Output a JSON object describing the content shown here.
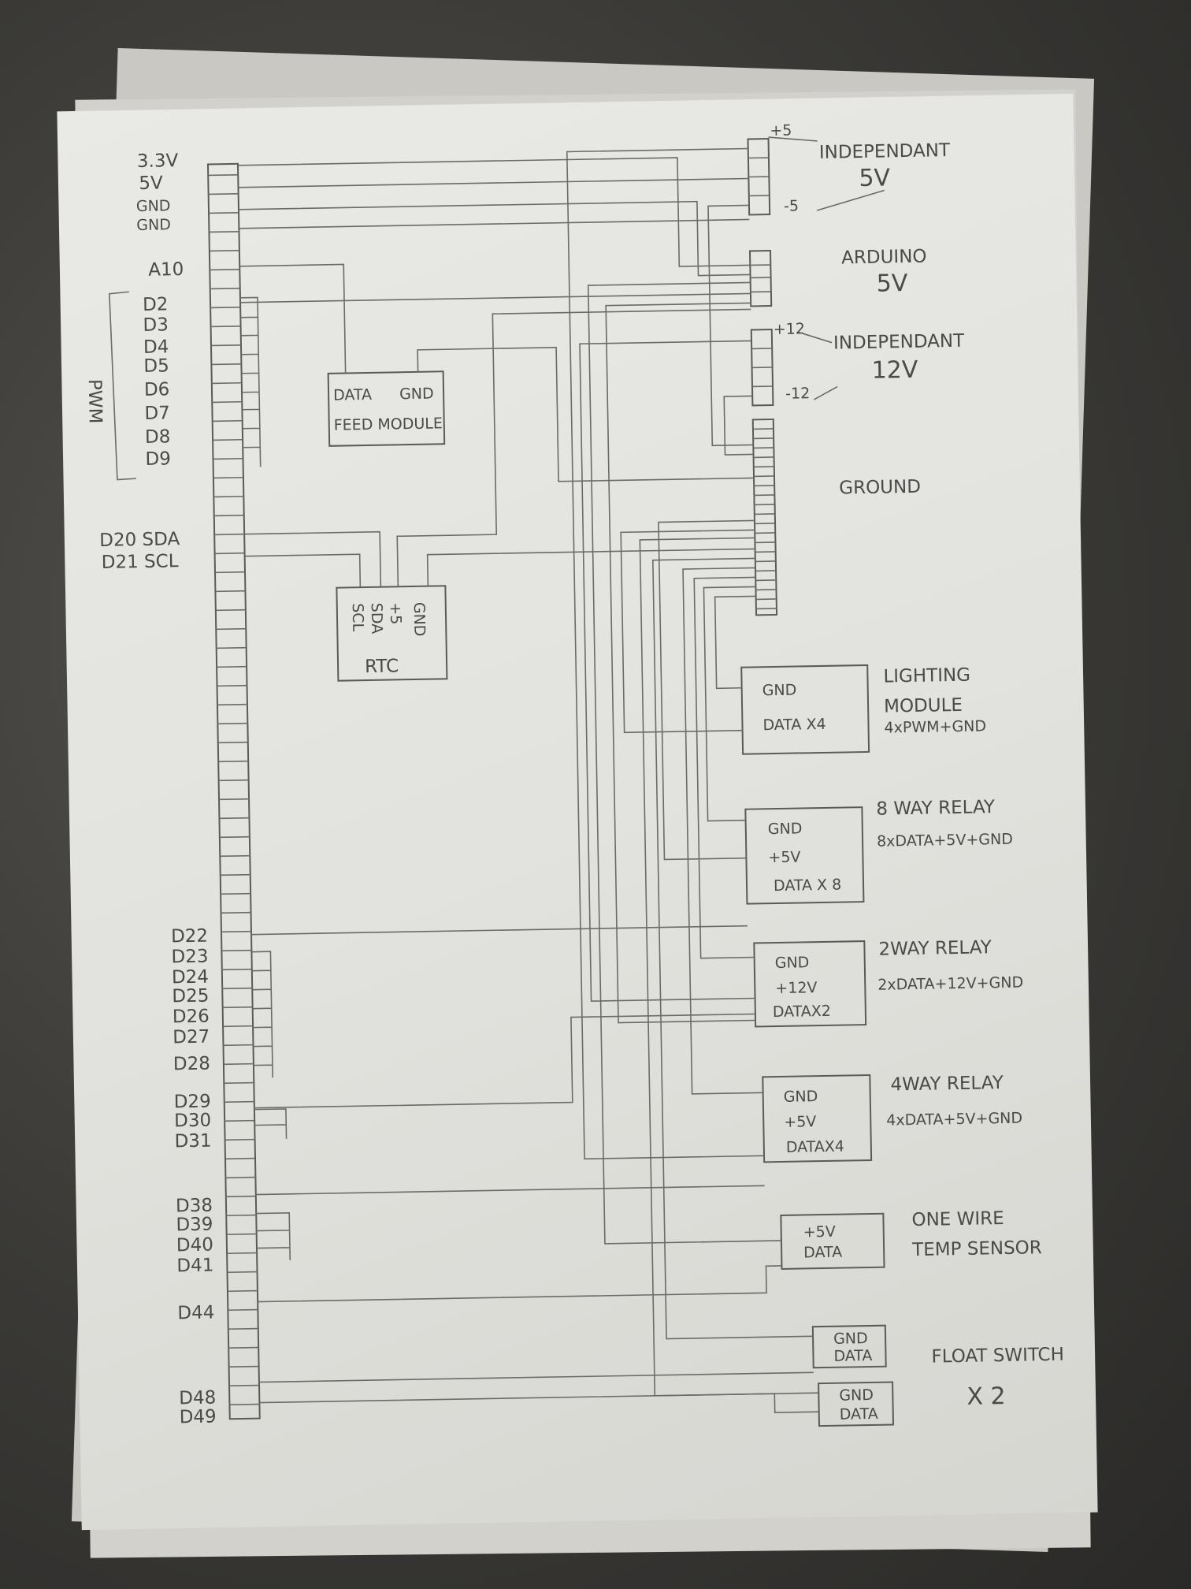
{
  "arduino": {
    "power_pins": [
      "3.3V",
      "5V",
      "GND",
      "GND"
    ],
    "a10": "A10",
    "pwm_label": "PWM",
    "pwm_pins": [
      "D2",
      "D3",
      "D4",
      "D5",
      "D6",
      "D7",
      "D8",
      "D9"
    ],
    "i2c_pins": [
      "D20 SDA",
      "D21 SCL"
    ],
    "digital_pins": [
      "D22",
      "D23",
      "D24",
      "D25",
      "D26",
      "D27",
      "D28",
      "D29",
      "D30",
      "D31",
      "D38",
      "D39",
      "D40",
      "D41",
      "D44",
      "D48",
      "D49"
    ]
  },
  "feed_module": {
    "data": "DATA",
    "gnd": "GND",
    "name": "FEED MODULE"
  },
  "rtc": {
    "pins": [
      "SCL",
      "SDA",
      "+5",
      "GND"
    ],
    "name": "RTC"
  },
  "power": {
    "ind5_plus": "+5",
    "ind5_minus": "-5",
    "ind5_title_1": "INDEPENDANT",
    "ind5_title_2": "5V",
    "arduino5_title_1": "ARDUINO",
    "arduino5_title_2": "5V",
    "ind12_plus": "+12",
    "ind12_minus": "-12",
    "ind12_title_1": "INDEPENDANT",
    "ind12_title_2": "12V",
    "ground_title": "GROUND"
  },
  "modules": {
    "lighting": {
      "pins": [
        "GND",
        "DATA X4"
      ],
      "title": "LIGHTING",
      "title2": "MODULE",
      "desc": "4xPWM+GND"
    },
    "relay8": {
      "pins": [
        "GND",
        "+5V",
        "DATA X 8"
      ],
      "title": "8 WAY RELAY",
      "desc": "8xDATA+5V+GND"
    },
    "relay2": {
      "pins": [
        "GND",
        "+12V",
        "DATAX2"
      ],
      "title": "2WAY RELAY",
      "desc": "2xDATA+12V+GND"
    },
    "relay4": {
      "pins": [
        "GND",
        "+5V",
        "DATAX4"
      ],
      "title": "4WAY RELAY",
      "desc": "4xDATA+5V+GND"
    },
    "temp": {
      "pins": [
        "+5V",
        "DATA"
      ],
      "title": "ONE WIRE",
      "title2": "TEMP SENSOR"
    },
    "float1": {
      "pins": [
        "GND",
        "DATA"
      ]
    },
    "float2": {
      "pins": [
        "GND",
        "DATA"
      ]
    },
    "float_title": "FLOAT SWITCH",
    "float_count": "X 2"
  },
  "colors": {
    "pencil": "#5a5a58",
    "paper": "#e6e6e2",
    "background": "#3b3a37"
  }
}
